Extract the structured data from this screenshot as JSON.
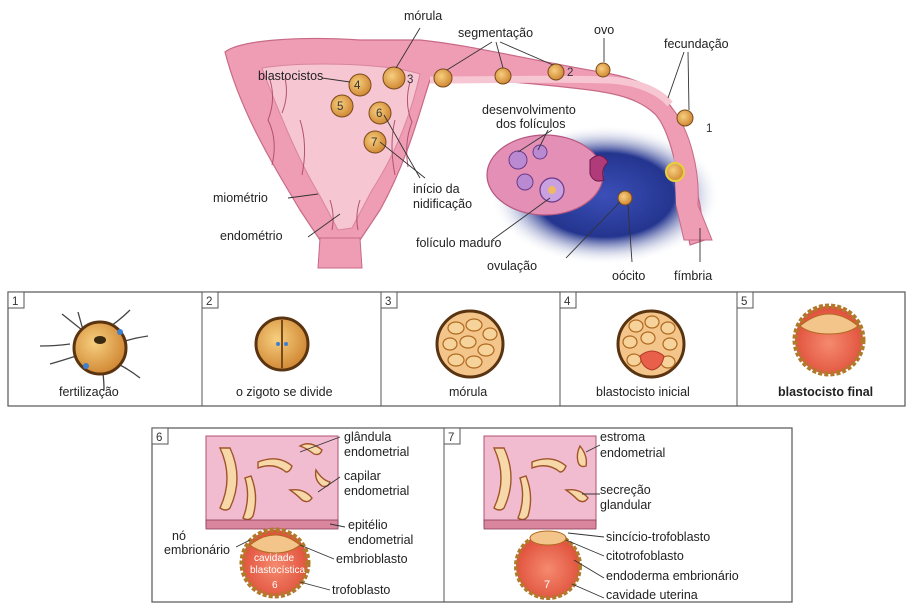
{
  "top": {
    "labels": {
      "morula": "mórula",
      "segmentacao": "segmentação",
      "ovo": "ovo",
      "fecundacao": "fecundação",
      "blastocistos": "blastocistos",
      "desenvolvimento": "desenvolvimento",
      "dos_foliculos": "dos folículos",
      "miometrio": "miométrio",
      "endometrio": "endométrio",
      "inicio_da": "início da",
      "nidificacao": "nidificação",
      "foliculo_maduro": "folículo maduro",
      "ovulacao": "ovulação",
      "oocito": "oócito",
      "fimbria": "fímbria"
    },
    "markers": [
      "1",
      "2",
      "3",
      "4",
      "5",
      "6",
      "7"
    ]
  },
  "stages": [
    {
      "number": "1",
      "caption": "fertilização"
    },
    {
      "number": "2",
      "caption": "o zigoto se divide"
    },
    {
      "number": "3",
      "caption": "mórula"
    },
    {
      "number": "4",
      "caption": "blastocisto inicial"
    },
    {
      "number": "5",
      "caption": "blastocisto final"
    }
  ],
  "implant6": {
    "number": "6",
    "glandula": "glândula",
    "endometrial_1": "endometrial",
    "capilar": "capilar",
    "endometrial_2": "endometrial",
    "epitelio": "epitélio",
    "endometrial_3": "endometrial",
    "no": "nó",
    "embrionario": "embrionário",
    "embrioblasto": "embrioblasto",
    "cavidade": "cavidade",
    "blastocistica": "blastocística",
    "trofoblasto": "trofoblasto",
    "inner_num": "6"
  },
  "implant7": {
    "number": "7",
    "estroma": "estroma",
    "endometrial_1": "endometrial",
    "secrecao": "secreção",
    "glandular": "glandular",
    "sincicio": "sincício-trofoblasto",
    "citotrofoblasto": "citotrofoblasto",
    "endoderma": "endoderma embrionário",
    "cavidade_uterina": "cavidade uterina",
    "inner_num": "7"
  },
  "colors": {
    "uterus": "#ef9cb5",
    "uterus_light": "#f7c6d3",
    "tissue": "#f2bcd0",
    "embryo": "#d08a3a",
    "embryo_fill": "#f0b963",
    "blastocyst_red": "#e8604a",
    "ovary_blue": "#1d2f8a"
  }
}
